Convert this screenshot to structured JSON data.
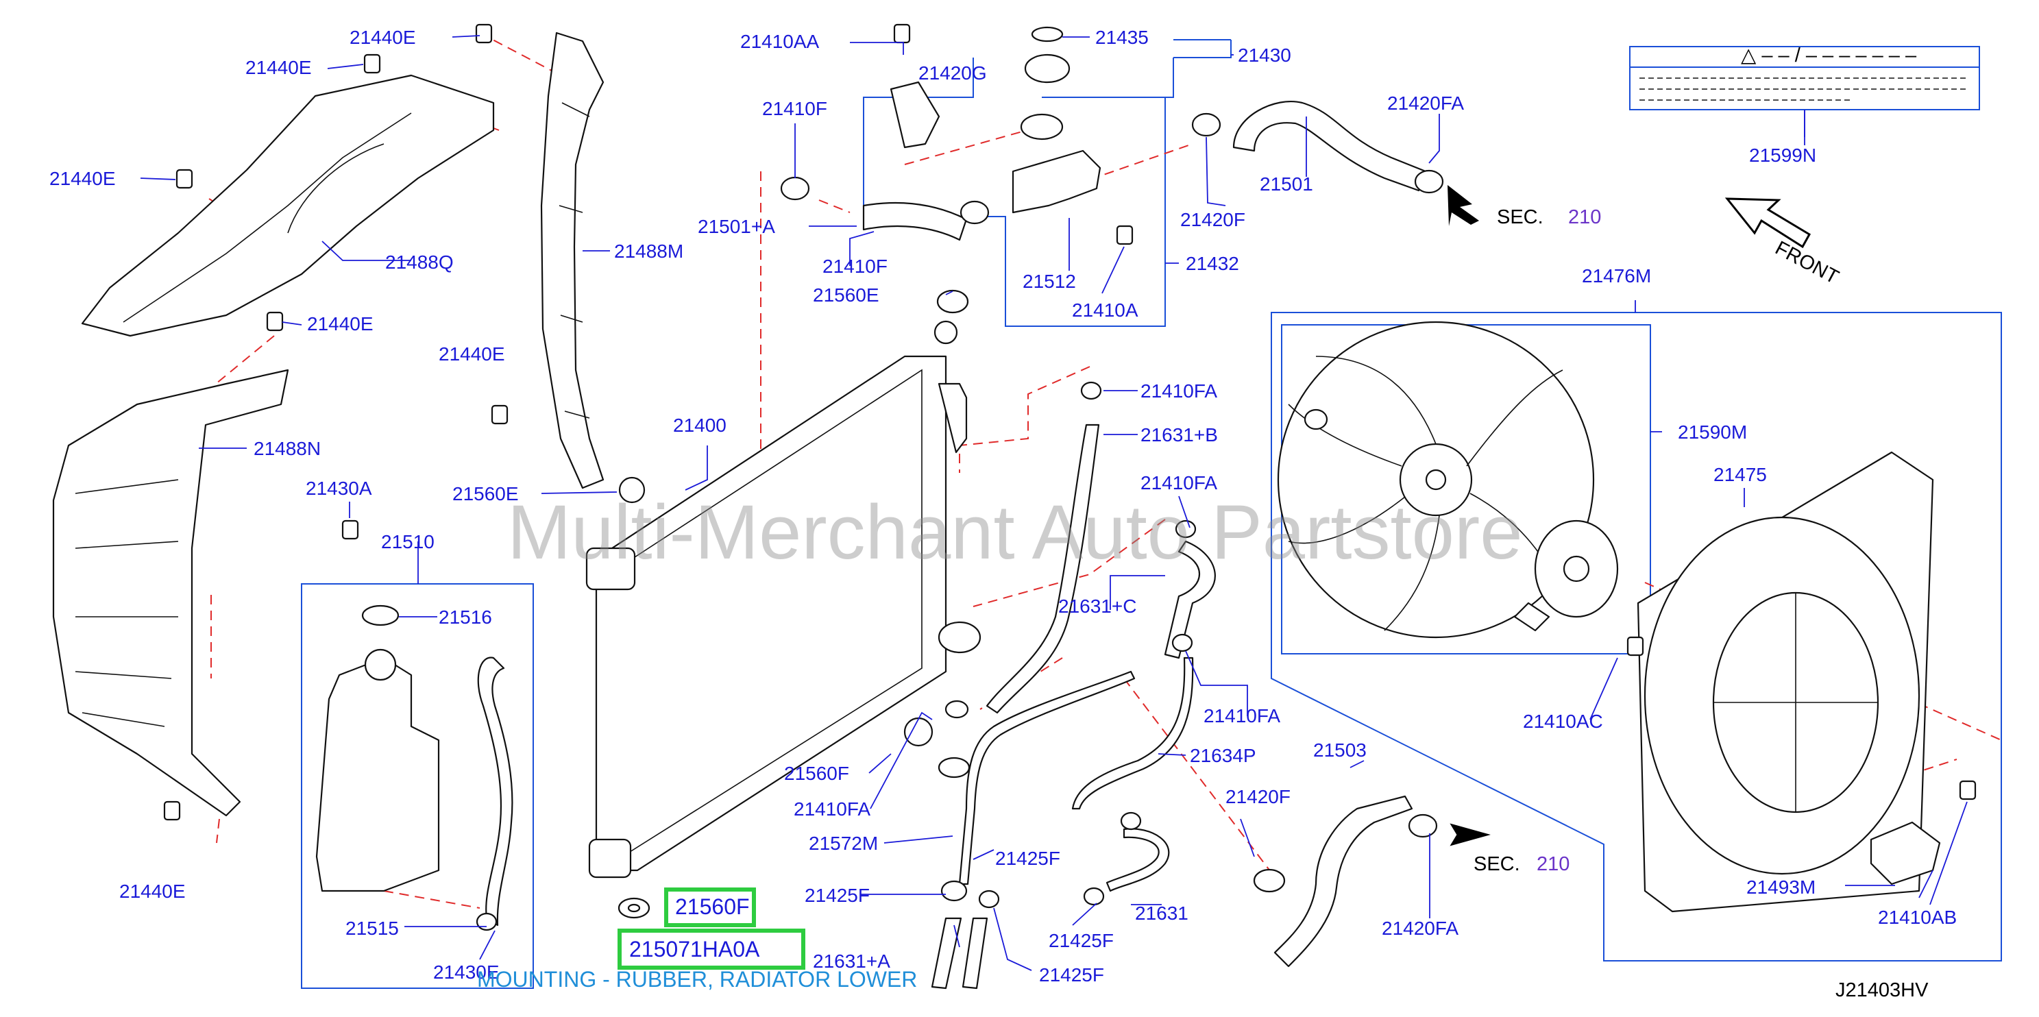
{
  "diagram_code": "J21403HV",
  "watermark": "Multi-Merchant Auto Partstore",
  "highlight": {
    "part_number": "215071HA0A",
    "callout": "21560F",
    "description": "MOUNTING - RUBBER, RADIATOR LOWER"
  },
  "section_refs": [
    {
      "prefix": "SEC.",
      "number": "210"
    },
    {
      "prefix": "SEC.",
      "number": "210"
    }
  ],
  "front_label": "FRONT",
  "warning_label_symbol": "△ – – / – – – – – – –",
  "labels": {
    "l21440E_a": "21440E",
    "l21440E_b": "21440E",
    "l21440E_c": "21440E",
    "l21440E_d": "21440E",
    "l21440E_e": "21440E",
    "l21440E_f": "21440E",
    "l21488Q": "21488Q",
    "l21488M": "21488M",
    "l21488N": "21488N",
    "l21410AA": "21410AA",
    "l21420G": "21420G",
    "l21435": "21435",
    "l21430": "21430",
    "l21410F_a": "21410F",
    "l21501pA_a": "21501+A",
    "l21410F_b": "21410F",
    "l21560E_a": "21560E",
    "l21512": "21512",
    "l21410A": "21410A",
    "l21432": "21432",
    "l21420FA_a": "21420FA",
    "l21501": "21501",
    "l21420F_a": "21420F",
    "l21599N": "21599N",
    "l21476M": "21476M",
    "l21400": "21400",
    "l21560E_b": "21560E",
    "l21410FA_a": "21410FA",
    "l21631pB": "21631+B",
    "l21410FA_b": "21410FA",
    "l21631pC": "21631+C",
    "l21590M": "21590M",
    "l21475": "21475",
    "l21430A": "21430A",
    "l21510": "21510",
    "l21516": "21516",
    "l21410FA_c": "21410FA",
    "l21634P": "21634P",
    "l21503": "21503",
    "l21410AC": "21410AC",
    "l21560F": "21560F",
    "l21410FA_d": "21410FA",
    "l21420F_b": "21420F",
    "l21572M": "21572M",
    "l21425F_a": "21425F",
    "l21425F_b": "21425F",
    "l21631": "21631",
    "l21420FA_b": "21420FA",
    "l21493M": "21493M",
    "l21410AB": "21410AB",
    "l21515": "21515",
    "l21430E": "21430E",
    "l21425F_c": "21425F",
    "l21425F_d": "21425F",
    "l21631pA": "21631+A"
  },
  "colors": {
    "label": "#1a1ad8",
    "leader_dashes": "#e02a2a",
    "group_box": "#1a4fd8",
    "highlight": "#2ecc40",
    "caption": "#1f8ed8",
    "section_number": "#6a33c8"
  }
}
